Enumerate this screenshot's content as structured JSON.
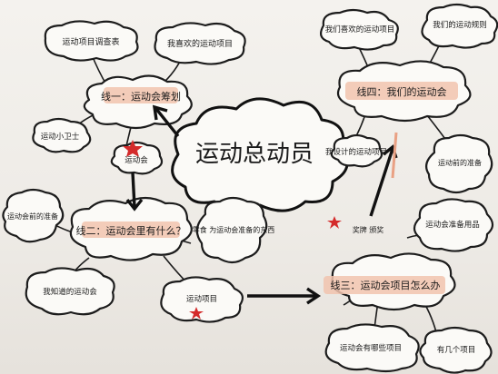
{
  "center": {
    "label": "运动总动员"
  },
  "lines": [
    {
      "label": "线一：运动会筹划",
      "highlight_color": "#f1c3ae"
    },
    {
      "label": "线二：运动会里有什么？",
      "highlight_color": "#f1c3ae"
    },
    {
      "label": "线三：运动会项目怎么办",
      "highlight_color": "#f1c3ae"
    },
    {
      "label": "线四：我们的运动会",
      "highlight_color": "#f1c3ae"
    }
  ],
  "notes": {
    "survey": "运动项目调查表",
    "favorite": "我喜欢的运动项目",
    "guard": "运动小卫士",
    "meet": "运动会",
    "sports_items": "运动项目",
    "prep_left": "运动会前的准备",
    "my_meet": "我知道的运动会",
    "snack": "零食 为运动会准备的东西",
    "my_items": "我设计的运动项目",
    "my_favorite_items": "我们喜欢的运动项目",
    "rules": "我们的运动规则",
    "prep_right": "运动前的准备",
    "prep_items": "运动会准备用品",
    "reward": "奖牌 颁奖",
    "which_items": "运动会有哪些项目",
    "count": "有几个项目"
  },
  "colors": {
    "ink": "#1a1a1a",
    "highlight": "#f1c3ae",
    "star": "#d42b2b",
    "peach_arrow": "#e9a184"
  }
}
